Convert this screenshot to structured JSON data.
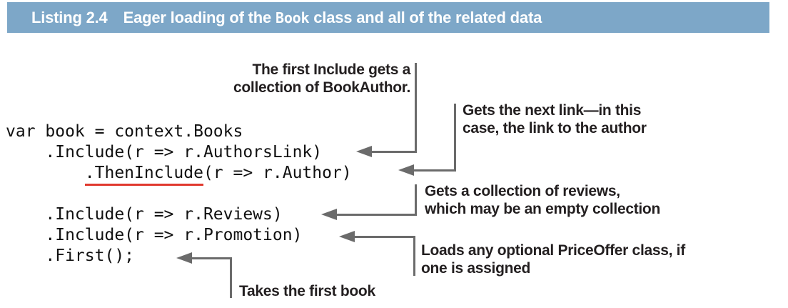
{
  "colors": {
    "header_bg": "#7DA7C8",
    "header_text": "#FFFFFF",
    "arrow": "#6B6B6B",
    "underline": "#E0392E",
    "annotation_text": "#231F20",
    "code_text": "#111111"
  },
  "header": {
    "listing_label": "Listing 2.4",
    "title_pre": "Eager loading of the ",
    "title_code": "Book",
    "title_post": " class and all of the related data"
  },
  "code": {
    "line1": "var book = context.Books",
    "line2": "    .Include(r => r.AuthorsLink)",
    "line3_pre": "        ",
    "line3_underlined": ".ThenInclude",
    "line3_post": "(r => r.Author)",
    "line5": "    .Include(r => r.Reviews)",
    "line6": "    .Include(r => r.Promotion)",
    "line7": "    .First();"
  },
  "annotations": {
    "first_include": {
      "line1": "The first Include gets a",
      "line2": "collection of BookAuthor."
    },
    "then_include": {
      "line1": "Gets the next link—in this",
      "line2": "case, the link to the author"
    },
    "reviews": {
      "line1": "Gets a collection of reviews,",
      "line2": "which may be an empty collection"
    },
    "price_offer": {
      "line1": "Loads any optional PriceOffer class, if",
      "line2": "one is assigned"
    },
    "first_book": {
      "line1": "Takes the first book"
    }
  }
}
